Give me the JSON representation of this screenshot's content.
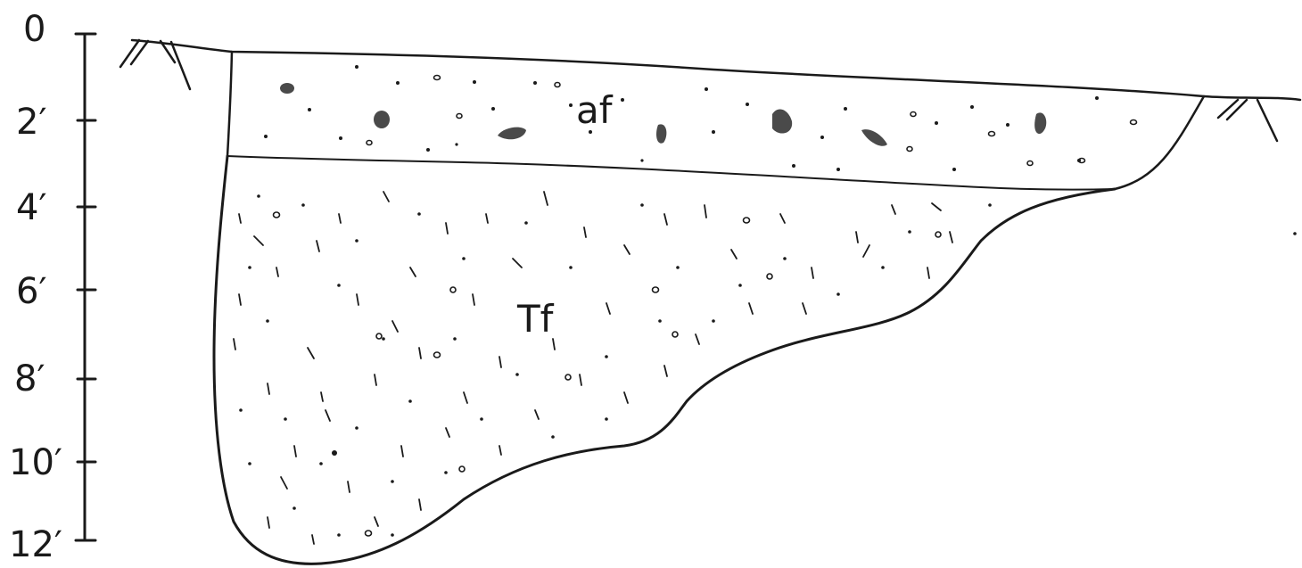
{
  "depth_scale": {
    "labels": [
      "0",
      "2′",
      "4′",
      "6′",
      "8′",
      "10′",
      "12′"
    ]
  },
  "units": {
    "upper": {
      "label": "af"
    },
    "lower": {
      "label": "Tf"
    }
  },
  "colors": {
    "ink": "#1a1a1a",
    "clast_fill": "#4a4a4a",
    "paper": "#ffffff"
  }
}
